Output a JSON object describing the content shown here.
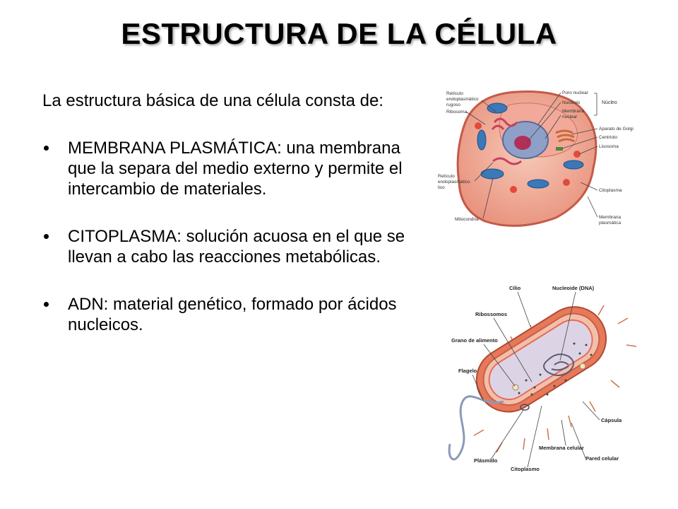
{
  "slide": {
    "title": "ESTRUCTURA DE LA CÉLULA",
    "intro": "La estructura básica de una célula consta de:",
    "bullets": [
      "MEMBRANA PLASMÁTICA: una membrana que la separa del medio externo y permite el intercambio de materiales.",
      "CITOPLASMA: solución acuosa en el que se llevan a cabo las reacciones metabólicas.",
      "ADN: material genético, formado por ácidos nucleicos."
    ]
  },
  "animal_cell": {
    "labels": {
      "reticulo_rugoso": [
        "Retículo",
        "endoplasmático",
        "rugoso"
      ],
      "ribosoma": "Ribosoma",
      "reticulo_liso": [
        "Retículo",
        "endoplasmático",
        "liso"
      ],
      "mitocondria": "Mitocondria",
      "poro_nuclear": "Poro nuclear",
      "nucleolo": "Nucléolo",
      "membrana_nuclear": [
        "Membrana",
        "nuclear"
      ],
      "nucleo": "Núcleo",
      "aparato_golgi": "Aparato de Golgi",
      "centriolo": "Centriolo",
      "lisosoma": "Lisosoma",
      "citoplasma": "Citoplasma",
      "membrana_plasmatica": [
        "Membrana",
        "plasmática"
      ]
    }
  },
  "bacterial_cell": {
    "labels": {
      "cilio": "Cílio",
      "nucleoide": "Nucleoide (DNA)",
      "ribossomos": "Ribossomos",
      "grano_alimento": "Grano de alimento",
      "flagelo": "Flagelo",
      "capsula": "Cápsula",
      "membrana_celular": "Membrana celular",
      "pared_celular": "Pared celular",
      "plasmido": "Plásmido",
      "citoplasmo": "Citoplasmo"
    }
  }
}
